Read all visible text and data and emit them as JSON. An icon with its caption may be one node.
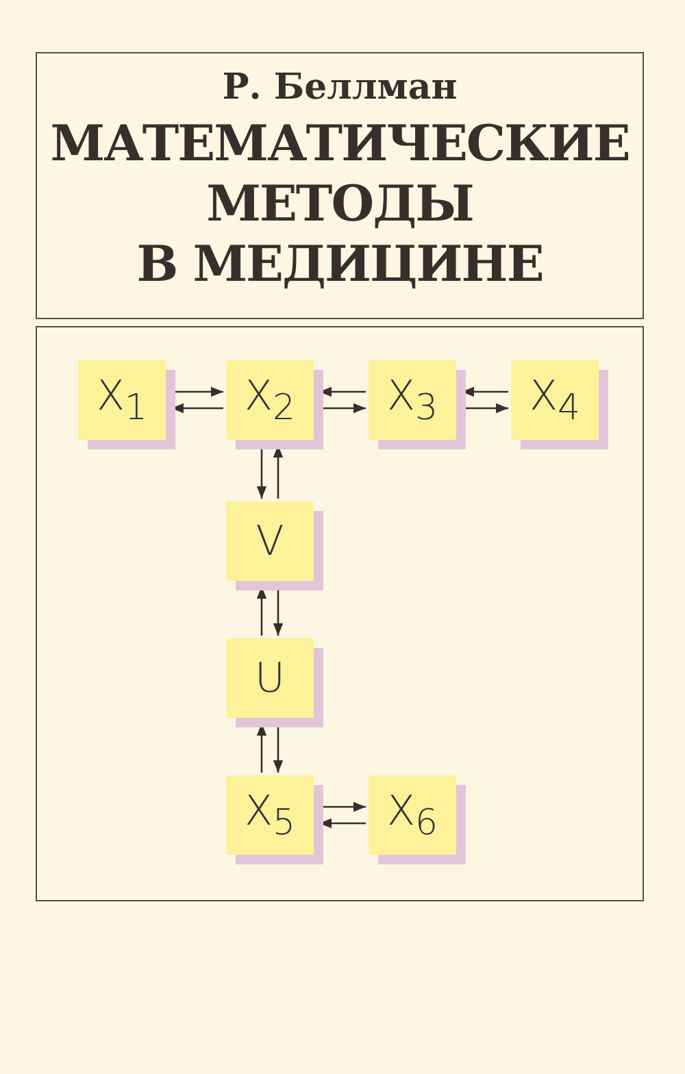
{
  "diagram": {
    "title": "МАТЕМАТИЧЕСКИЕ МЕТОДЫ В МЕДИЦИНЕ",
    "nodes": [
      {
        "text": [
          "X$_{1}$"
        ]
      },
      {
        "text": [
          "X$_{2}$"
        ]
      },
      {
        "text": [
          "X$_{3}$"
        ]
      },
      {
        "text": [
          "X$_{4}$"
        ]
      },
      {
        "text": [
          "V"
        ]
      },
      {
        "text": [
          "U"
        ]
      },
      {
        "text": [
          "X$_{5}$"
        ]
      },
      {
        "text": [
          "X$_{6}$"
        ]
      }
    ],
    "edges": [
      {
        "from": 0,
        "to": 1,
        "arrow": "to"
      },
      {
        "from": 1,
        "to": 0,
        "arrow": "to"
      },
      {
        "from": 2,
        "to": 1,
        "arrow": "to"
      },
      {
        "from": 1,
        "to": 2,
        "arrow": "to"
      },
      {
        "from": 3,
        "to": 2,
        "arrow": "to"
      },
      {
        "from": 2,
        "to": 3,
        "arrow": "to"
      },
      {
        "from": 1,
        "to": 4,
        "arrow": "to"
      },
      {
        "from": 4,
        "to": 1,
        "arrow": "to"
      },
      {
        "from": 5,
        "to": 4,
        "arrow": "to"
      },
      {
        "from": 4,
        "to": 5,
        "arrow": "to"
      },
      {
        "from": 6,
        "to": 5,
        "arrow": "to"
      },
      {
        "from": 5,
        "to": 6,
        "arrow": "to"
      },
      {
        "from": 6,
        "to": 7,
        "arrow": "to"
      },
      {
        "from": 7,
        "to": 6,
        "arrow": "to"
      }
    ],
    "labels": [
      "Р. Беллман"
    ]
  }
}
